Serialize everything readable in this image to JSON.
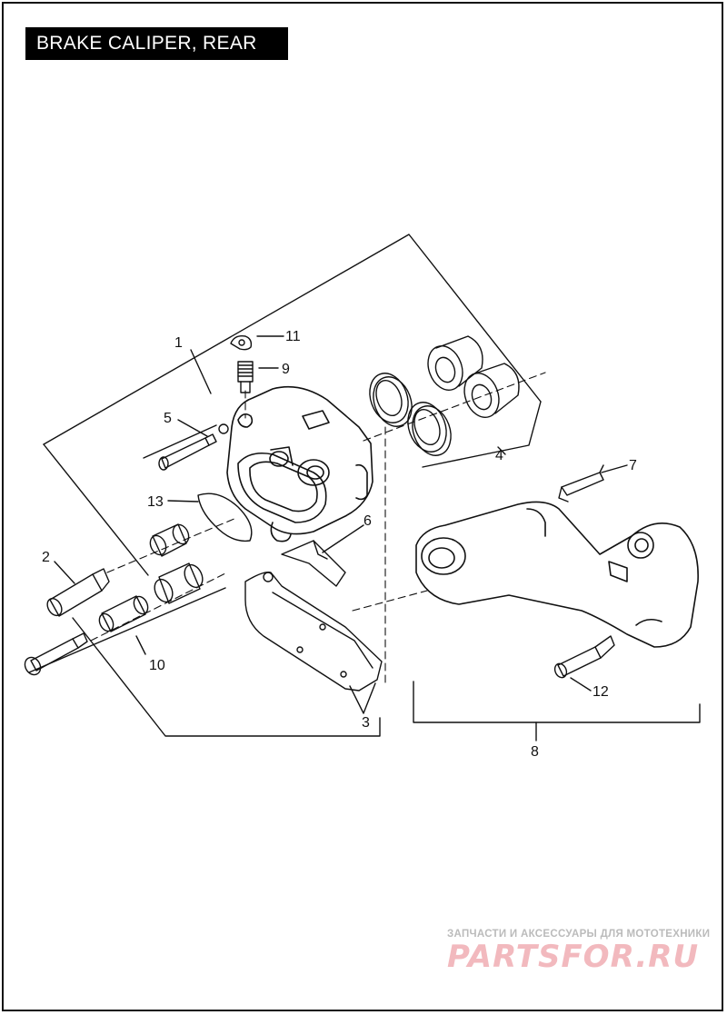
{
  "title": "BRAKE CALIPER, REAR",
  "callouts": [
    {
      "id": "c1",
      "label": "1"
    },
    {
      "id": "c2",
      "label": "2"
    },
    {
      "id": "c3",
      "label": "3"
    },
    {
      "id": "c4",
      "label": "4"
    },
    {
      "id": "c5",
      "label": "5"
    },
    {
      "id": "c6",
      "label": "6"
    },
    {
      "id": "c7",
      "label": "7"
    },
    {
      "id": "c8",
      "label": "8"
    },
    {
      "id": "c9",
      "label": "9"
    },
    {
      "id": "c10",
      "label": "10"
    },
    {
      "id": "c11",
      "label": "11"
    },
    {
      "id": "c12",
      "label": "12"
    },
    {
      "id": "c13",
      "label": "13"
    }
  ],
  "watermark": {
    "tagline": "ЗАПЧАСТИ И АКСЕССУАРЫ ДЛЯ МОТОТЕХНИКИ",
    "logo": "PARTSFOR.RU"
  },
  "colors": {
    "line": "#111111",
    "title_bg": "#000000",
    "title_text": "#ffffff",
    "watermark_logo": "#f2b9be",
    "watermark_text": "#bbbbbb"
  }
}
